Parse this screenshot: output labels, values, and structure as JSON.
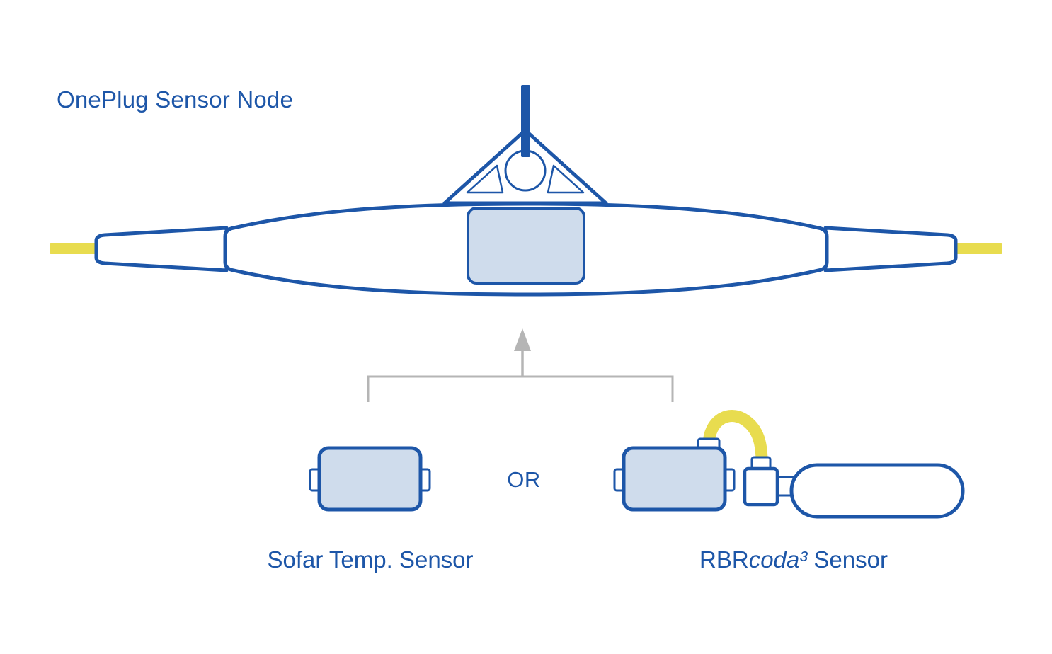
{
  "title": "OnePlug Sensor Node",
  "or_label": "OR",
  "labels": {
    "left_sensor": "Sofar Temp. Sensor",
    "rbr_prefix": "RBR",
    "rbr_italic": "coda³",
    "rbr_suffix": " Sensor"
  },
  "icons": {
    "node_body": "sensor-node-body",
    "arrow": "up-arrow",
    "bracket": "choice-bracket"
  },
  "colors": {
    "blue": "#1d56a8",
    "light_blue": "#cfdcec",
    "yellow": "#e8dc4f",
    "gray": "#b5b5b5",
    "white": "#ffffff"
  }
}
